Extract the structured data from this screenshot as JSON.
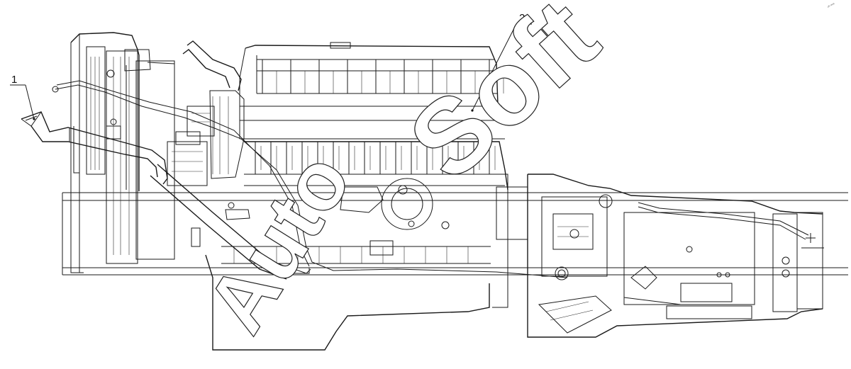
{
  "callouts": [
    {
      "id": "1",
      "label": "1"
    },
    {
      "id": "2",
      "label": "2"
    }
  ],
  "watermark": {
    "text_left": "Auto",
    "text_right": "Soft"
  },
  "corner_mark": "ᵒʰ ᵉᵒᵃ",
  "colors": {
    "line": "#1a1a1a",
    "background": "#ffffff"
  }
}
